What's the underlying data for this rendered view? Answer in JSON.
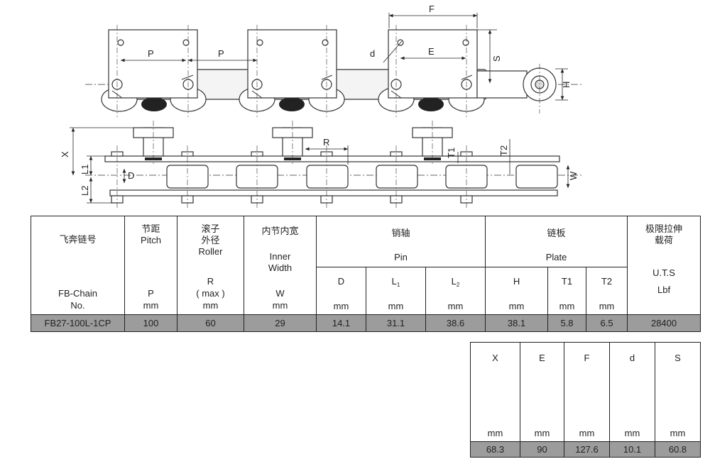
{
  "diagram": {
    "labels": {
      "F": "F",
      "P1": "P",
      "P2": "P",
      "E": "E",
      "d": "d",
      "S": "S",
      "H": "H",
      "X": "X",
      "L1": "L1",
      "L2": "L2",
      "D": "D",
      "R": "R",
      "T1": "T1",
      "T2": "T2",
      "W": "W"
    }
  },
  "table1": {
    "headers": {
      "chain_no": {
        "zh": "飞奔链号",
        "en": "FB-Chain",
        "sub": "No."
      },
      "pitch": {
        "zh": "节距",
        "en": "Pitch",
        "sym": "P",
        "unit": "mm"
      },
      "roller": {
        "zh1": "滚子",
        "zh2": "外径",
        "en": "Roller",
        "sym": "R",
        "note": "( max )",
        "unit": "mm"
      },
      "inner": {
        "zh": "内节内宽",
        "en1": "Inner",
        "en2": "Width",
        "sym": "W",
        "unit": "mm"
      },
      "pin": {
        "zh": "销轴",
        "en": "Pin",
        "D": "D",
        "L1": "L",
        "L1sub": "1",
        "L2": "L",
        "L2sub": "2",
        "unit": "mm"
      },
      "plate": {
        "zh": "链板",
        "en": "Plate",
        "H": "H",
        "T1": "T1",
        "T2": "T2",
        "unit": "mm"
      },
      "uts": {
        "zh1": "极限拉伸",
        "zh2": "载荷",
        "en": "U.T.S",
        "unit": "Lbf"
      }
    },
    "row": {
      "chain_no": "FB27-100L-1CP",
      "pitch": "100",
      "roller": "60",
      "inner": "29",
      "D": "14.1",
      "L1": "31.1",
      "L2": "38.6",
      "H": "38.1",
      "T1": "5.8",
      "T2": "6.5",
      "uts": "28400"
    }
  },
  "table2": {
    "headers": [
      "X",
      "E",
      "F",
      "d",
      "S"
    ],
    "unit": "mm",
    "row": [
      "68.3",
      "90",
      "127.6",
      "10.1",
      "60.8"
    ]
  }
}
